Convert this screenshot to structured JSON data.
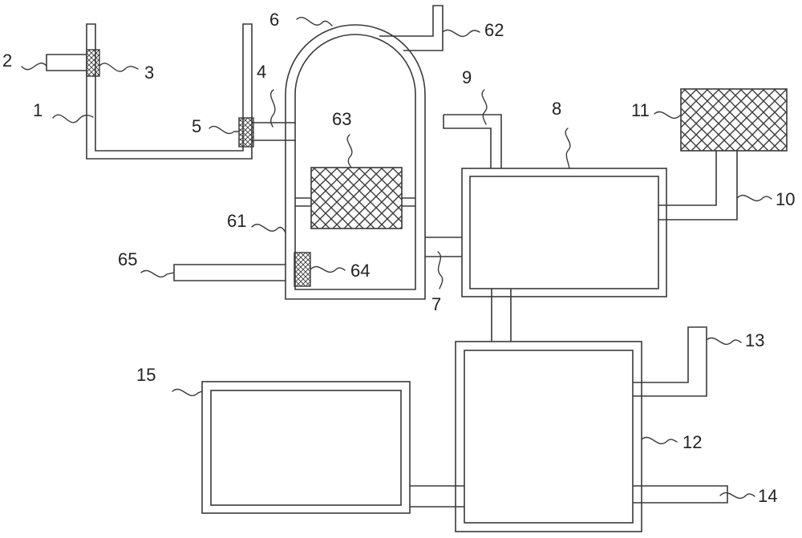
{
  "labels": {
    "l1": "1",
    "l2": "2",
    "l3": "3",
    "l4": "4",
    "l5": "5",
    "l6": "6",
    "l61": "61",
    "l62": "62",
    "l63": "63",
    "l64": "64",
    "l65": "65",
    "l7": "7",
    "l8": "8",
    "l9": "9",
    "l10": "10",
    "l11": "11",
    "l12": "12",
    "l13": "13",
    "l14": "14",
    "l15": "15"
  },
  "colors": {
    "line": "#3a3a3a",
    "text": "#222222",
    "background": "#ffffff"
  }
}
